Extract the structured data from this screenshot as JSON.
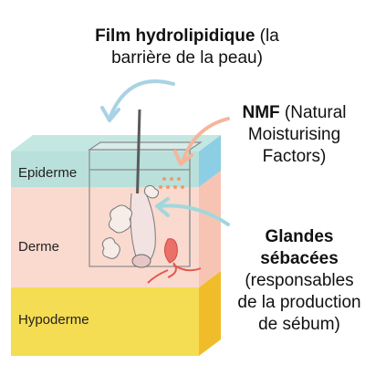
{
  "labels": {
    "film": {
      "bold": "Film hydrolipidique",
      "rest1": " (la",
      "rest2": "barrière de la peau)"
    },
    "nmf": {
      "bold": "NMF",
      "rest1": " (Natural",
      "rest2": "Moisturising",
      "rest3": "Factors)"
    },
    "glandes": {
      "bold1": "Glandes",
      "bold2": "sébacées",
      "rest1": "(responsables",
      "rest2": "de la production",
      "rest3": "de sébum)"
    }
  },
  "layers": {
    "epiderme": "Epiderme",
    "derme": "Derme",
    "hypoderme": "Hypoderme"
  },
  "colors": {
    "epiderme_front": "#b9e0da",
    "epiderme_side": "#8ccfe4",
    "derme_front": "#fad9ce",
    "derme_side": "#f7c4b3",
    "hypoderme_front": "#f4dc53",
    "hypoderme_side": "#f0bc2a",
    "arrow_blue": "#a9d3e4",
    "arrow_orange": "#f6b59a",
    "arrow_teal": "#9fd8dc"
  }
}
